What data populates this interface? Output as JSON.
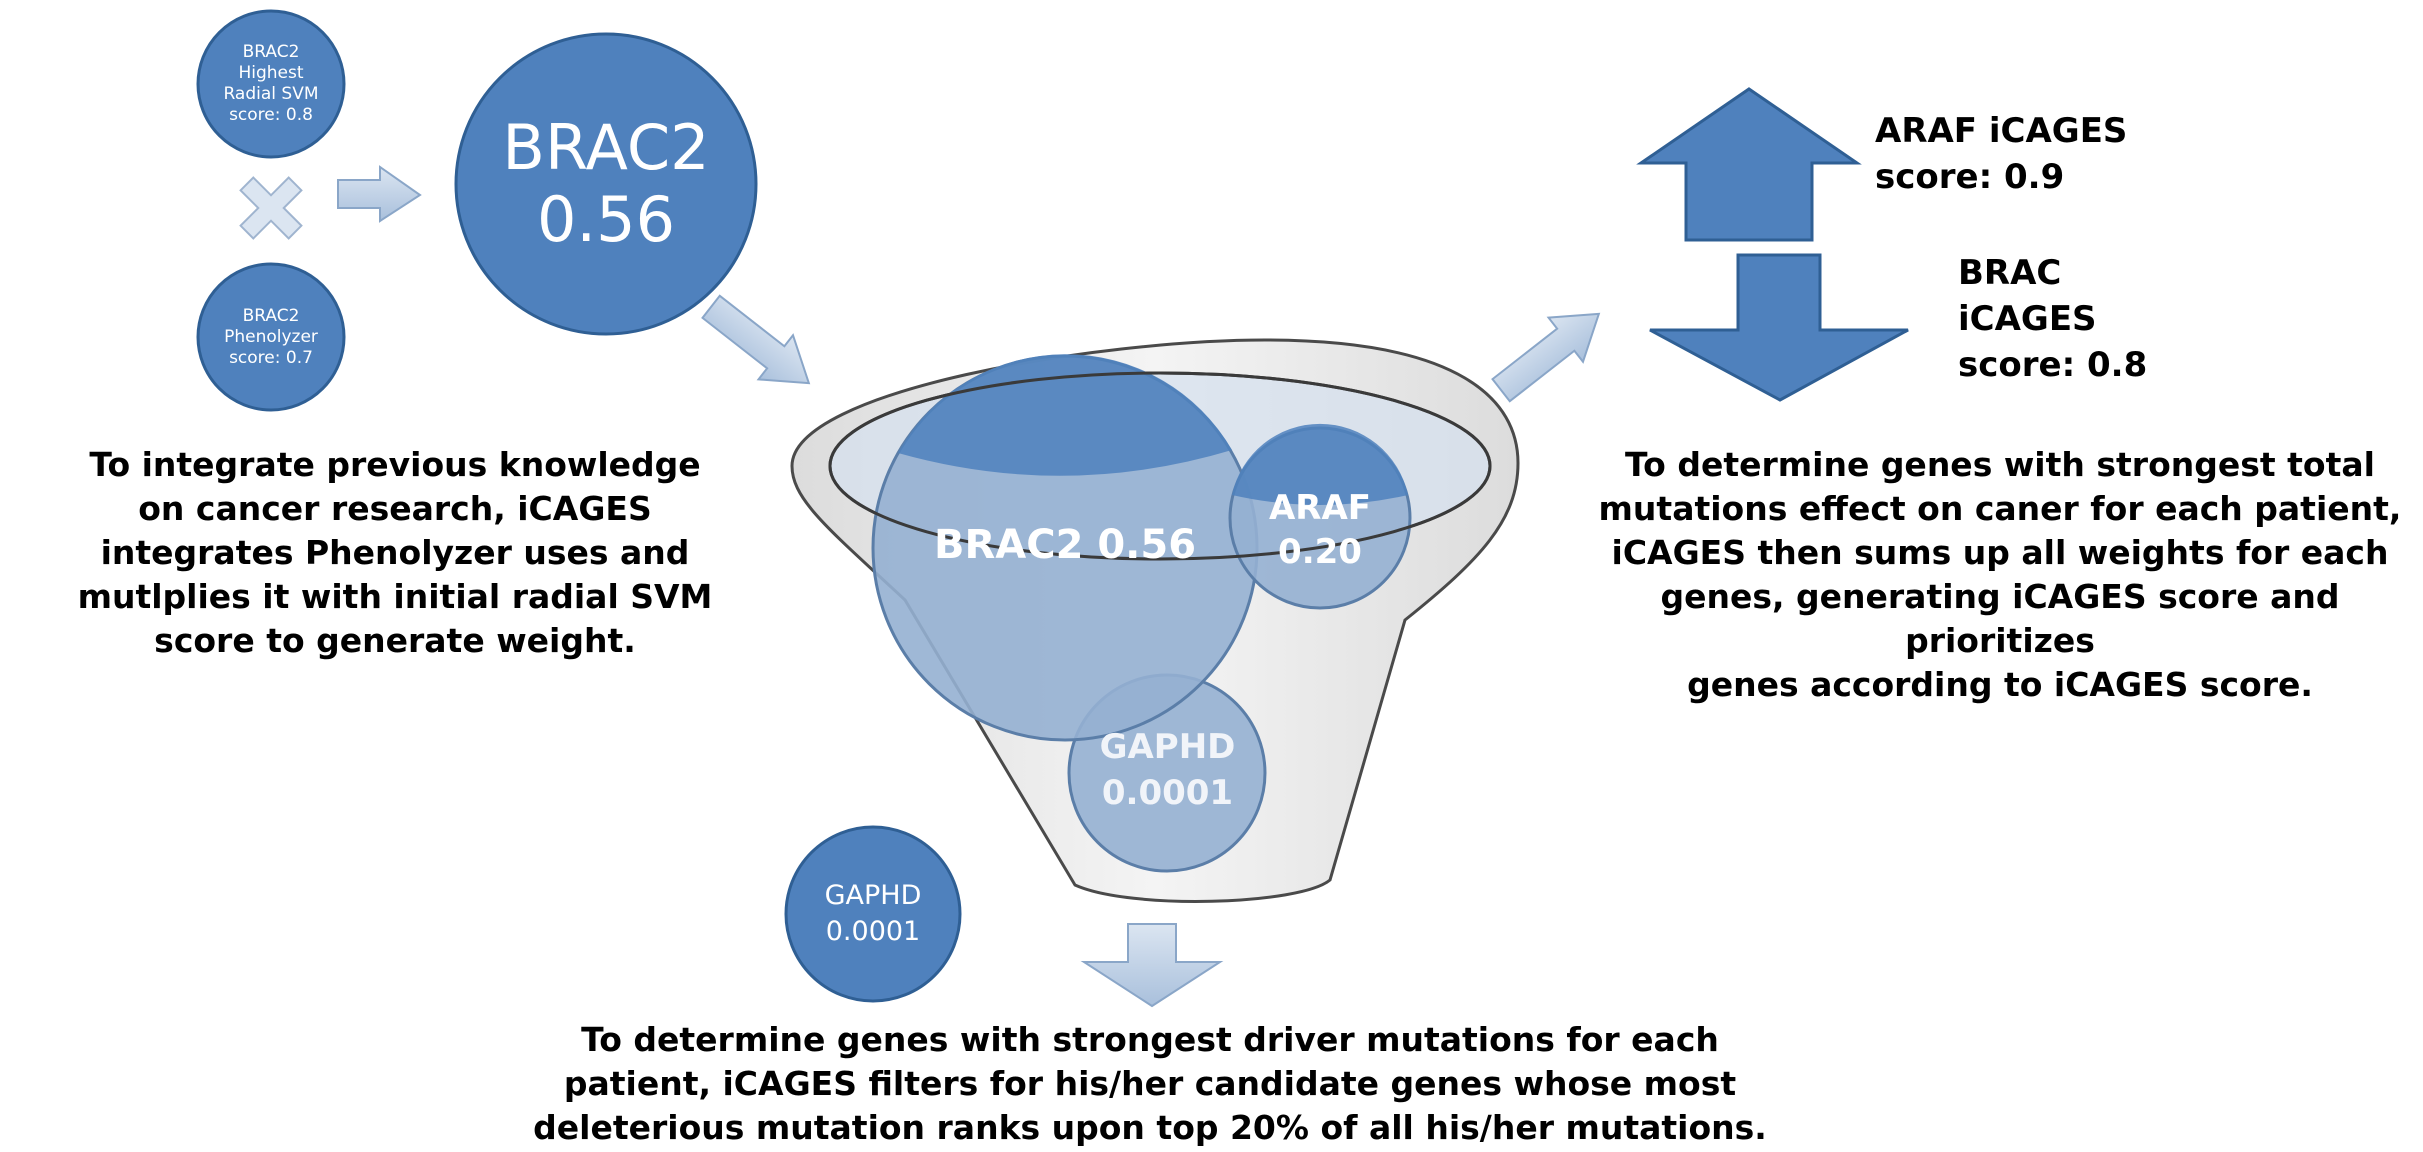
{
  "inputs": {
    "svm_circle": "BRAC2\nHighest\nRadial SVM\nscore: 0.8",
    "phenolyzer_circle": "BRAC2\nPhenolyzer\nscore: 0.7",
    "weight_circle": "BRAC2\n0.56"
  },
  "funnel": {
    "brac2": "BRAC2 0.56",
    "araf": "ARAF\n0.20",
    "gaphd": "GAPHD\n0.0001"
  },
  "filtered_out": "GAPHD\n0.0001",
  "ranking": {
    "top_label": "ARAF iCAGES\nscore: 0.9",
    "bottom_label": "BRAC\niCAGES\nscore: 0.8"
  },
  "captions": {
    "left": "To integrate previous knowledge\non cancer research, iCAGES\nintegrates Phenolyzer uses and\nmutlplies it with initial radial SVM\nscore to generate weight.",
    "right": "To determine genes with strongest total\nmutations effect on caner for each patient,\niCAGES then sums up all weights for each\ngenes, generating iCAGES score and prioritizes\ngenes according to iCAGES score.",
    "bottom": "To determine genes with strongest driver mutations for each\npatient, iCAGES filters for his/her candidate genes whose most\ndeleterious mutation ranks upon top 20% of all his/her mutations."
  },
  "colors": {
    "circle_fill": "#4f81bd",
    "circle_stroke": "#2f5f94",
    "arrow_fill": "#b8cce4",
    "funnel_fill": "#eeeeee"
  }
}
